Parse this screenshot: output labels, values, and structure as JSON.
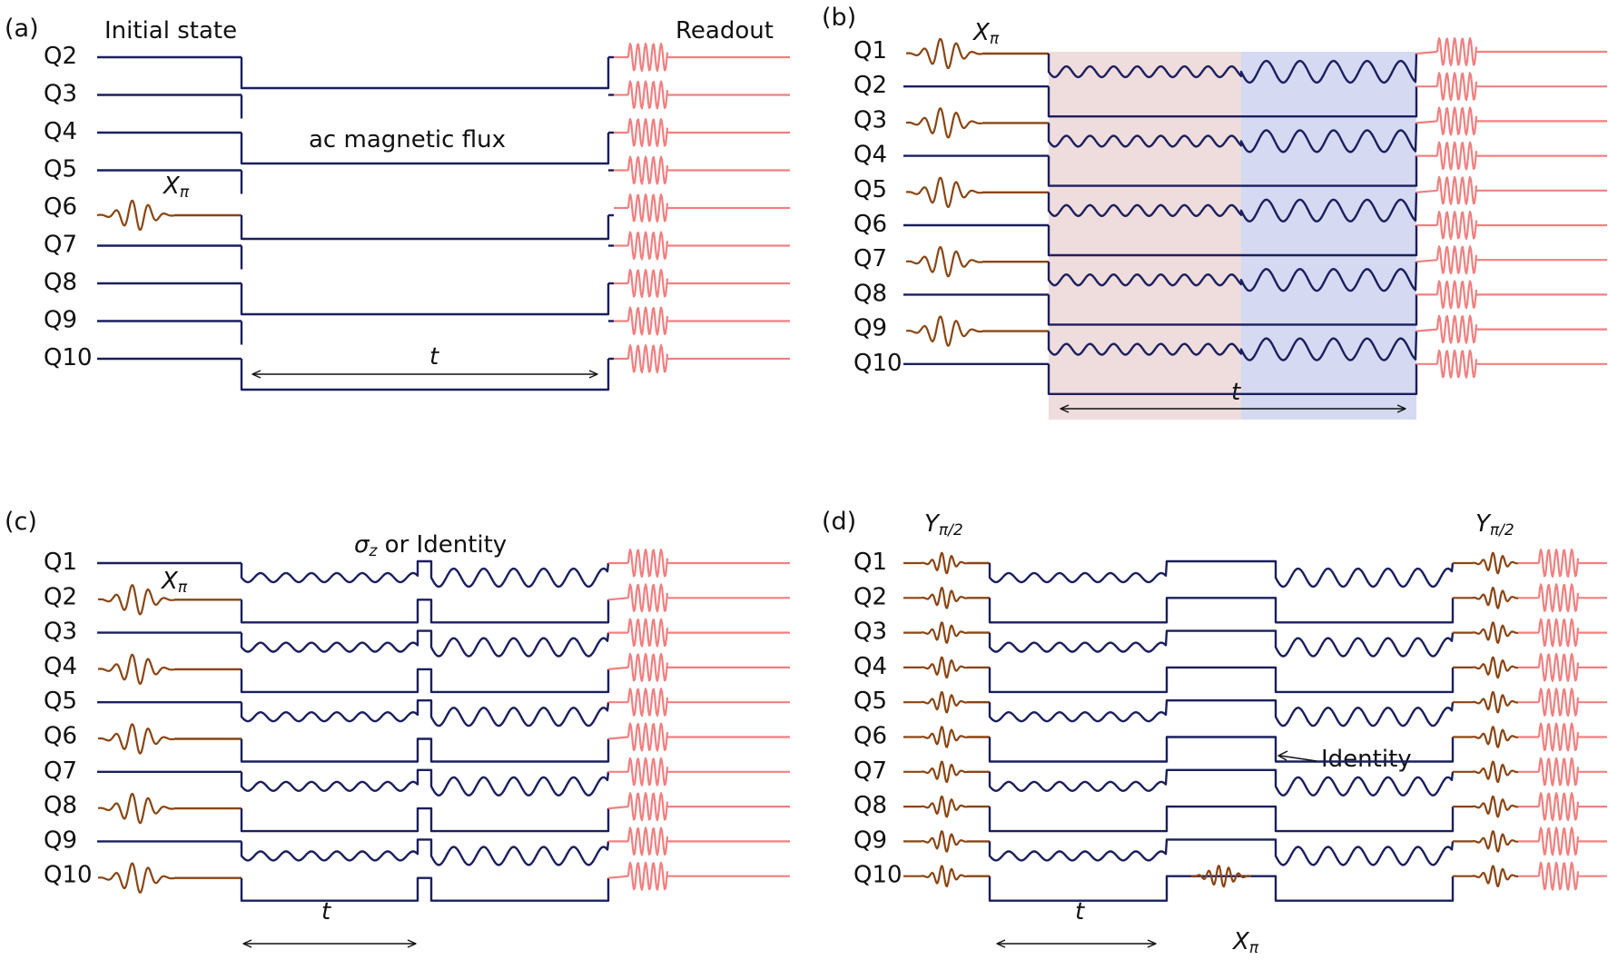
{
  "colors": {
    "flux": "#1a1f5e",
    "drive": "#8b4513",
    "readout": "#f08080",
    "window_1": "#efdcdc",
    "window_2": "#d5daf2"
  },
  "panels": {
    "a": {
      "tag": "(a)",
      "qubits": [
        "Q2",
        "Q3",
        "Q4",
        "Q5",
        "Q6",
        "Q7",
        "Q8",
        "Q9",
        "Q10"
      ],
      "excited": [
        "Q6"
      ],
      "header_left": "Initial state",
      "header_right": "Readout",
      "gate": {
        "op": "X",
        "sub": "π"
      },
      "flux_label": "ac magnetic flux",
      "time": "t"
    },
    "b": {
      "tag": "(b)",
      "qubits": [
        "Q1",
        "Q2",
        "Q3",
        "Q4",
        "Q5",
        "Q6",
        "Q7",
        "Q8",
        "Q9",
        "Q10"
      ],
      "excited": [
        "Q1",
        "Q3",
        "Q5",
        "Q7",
        "Q9"
      ],
      "gate": {
        "op": "X",
        "sub": "π"
      },
      "time": "t"
    },
    "c": {
      "tag": "(c)",
      "qubits": [
        "Q1",
        "Q2",
        "Q3",
        "Q4",
        "Q5",
        "Q6",
        "Q7",
        "Q8",
        "Q9",
        "Q10"
      ],
      "excited": [
        "Q2",
        "Q4",
        "Q6",
        "Q8",
        "Q10"
      ],
      "gate": {
        "op": "X",
        "sub": "π"
      },
      "mid_label_sigma": "σ",
      "mid_label_sigma_sub": "z",
      "mid_label_rest": " or Identity",
      "time": "t"
    },
    "d": {
      "tag": "(d)",
      "qubits": [
        "Q1",
        "Q2",
        "Q3",
        "Q4",
        "Q5",
        "Q6",
        "Q7",
        "Q8",
        "Q9",
        "Q10"
      ],
      "gate_y": {
        "op": "Y",
        "sub": "π/2"
      },
      "gate_x": {
        "op": "X",
        "sub": "π"
      },
      "identity_label": "Identity",
      "time": "t"
    }
  }
}
